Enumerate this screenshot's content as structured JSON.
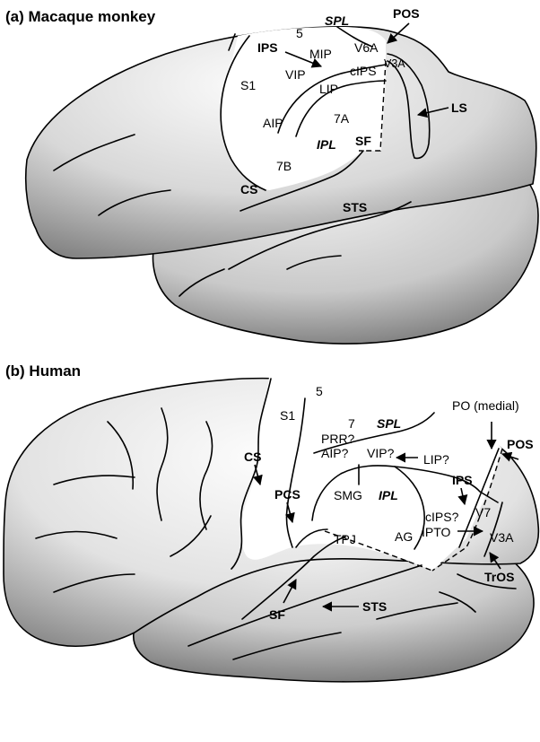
{
  "panels": {
    "macaque": {
      "title": "(a) Macaque monkey",
      "labels": {
        "spl": "SPL",
        "pos": "POS",
        "five": "5",
        "ips": "IPS",
        "mip": "MIP",
        "v6a": "V6A",
        "v3a": "V3A",
        "s1": "S1",
        "vip": "VIP",
        "cips": "cIPS",
        "lip": "LIP",
        "ls": "LS",
        "aip": "AIP",
        "sevenA": "7A",
        "ipl": "IPL",
        "sf": "SF",
        "sevenB": "7B",
        "cs": "CS",
        "sts": "STS"
      }
    },
    "human": {
      "title": "(b) Human",
      "labels": {
        "five": "5",
        "po_medial": "PO (medial)",
        "s1": "S1",
        "seven": "7",
        "spl": "SPL",
        "pos": "POS",
        "prr": "PRR?",
        "aip": "AIP?",
        "vip": "VIP?",
        "lip": "LIP?",
        "cs": "CS",
        "ips": "IPS",
        "pcs": "PCS",
        "smg": "SMG",
        "ipl": "IPL",
        "cips": "cIPS?",
        "v7": "V7",
        "ag": "AG",
        "ipto": "IPTO",
        "v3a": "V3A",
        "tpj": "TPJ",
        "tros": "TrOS",
        "sf": "SF",
        "sts": "STS"
      }
    }
  },
  "colors": {
    "brain_light": "#f4f4f4",
    "brain_dark": "#8a8a8a",
    "parietal_region": "#ffffff",
    "stroke": "#000000"
  }
}
